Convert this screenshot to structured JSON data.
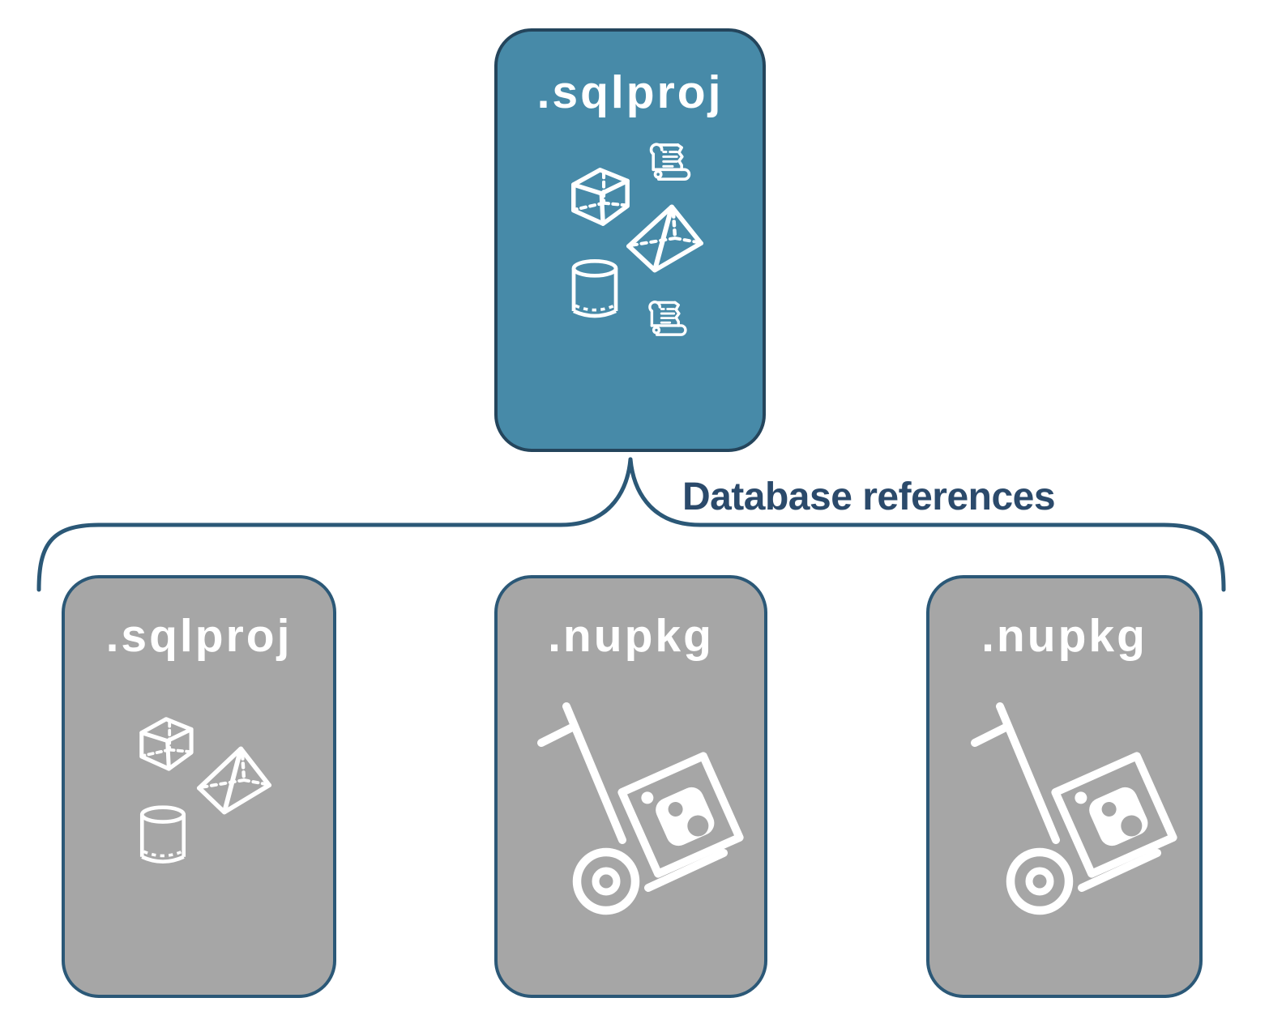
{
  "diagram": {
    "root": {
      "label": ".sqlproj",
      "icons": [
        "cube-icon",
        "script-scroll-icon",
        "pyramid-icon",
        "database-cylinder-icon",
        "script-scroll-icon"
      ]
    },
    "connector": {
      "label": "Database references"
    },
    "children": [
      {
        "label": ".sqlproj",
        "icons": [
          "cube-icon",
          "pyramid-icon",
          "database-cylinder-icon"
        ]
      },
      {
        "label": ".nupkg",
        "icons": [
          "nuget-hand-truck-icon"
        ]
      },
      {
        "label": ".nupkg",
        "icons": [
          "nuget-hand-truck-icon"
        ]
      }
    ],
    "colors": {
      "background": "#ffffff",
      "root_fill": "#478aa8",
      "root_border": "#24455c",
      "child_fill": "#a6a6a6",
      "child_border": "#2b5877",
      "brace": "#2b5877",
      "label_text": "#2b4a6b",
      "icon": "#ffffff"
    }
  }
}
